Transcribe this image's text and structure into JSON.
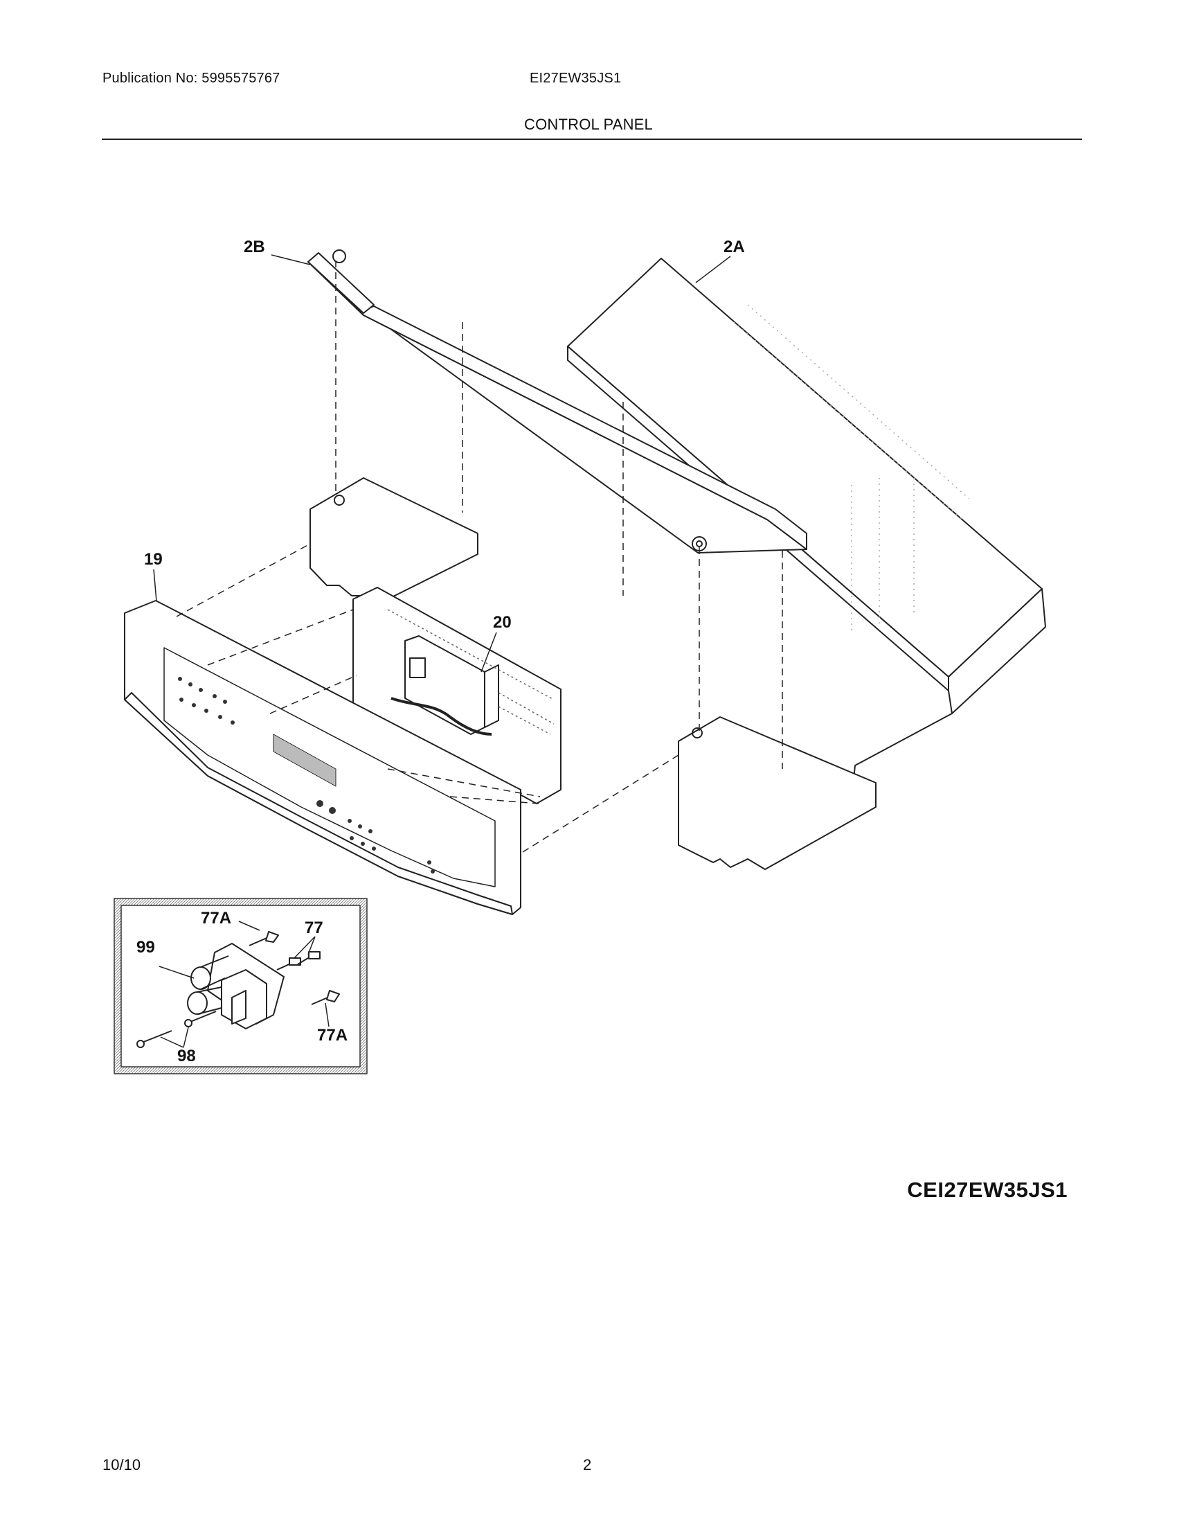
{
  "header": {
    "publication": "Publication No: 5995575767",
    "model": "EI27EW35JS1",
    "section_title": "CONTROL PANEL"
  },
  "diagram": {
    "callouts": [
      "2B",
      "2A",
      "19",
      "20",
      "77A",
      "77",
      "99",
      "98",
      "77A"
    ],
    "diagram_id": "CEI27EW35JS1"
  },
  "footer": {
    "date": "10/10",
    "page": "2"
  }
}
